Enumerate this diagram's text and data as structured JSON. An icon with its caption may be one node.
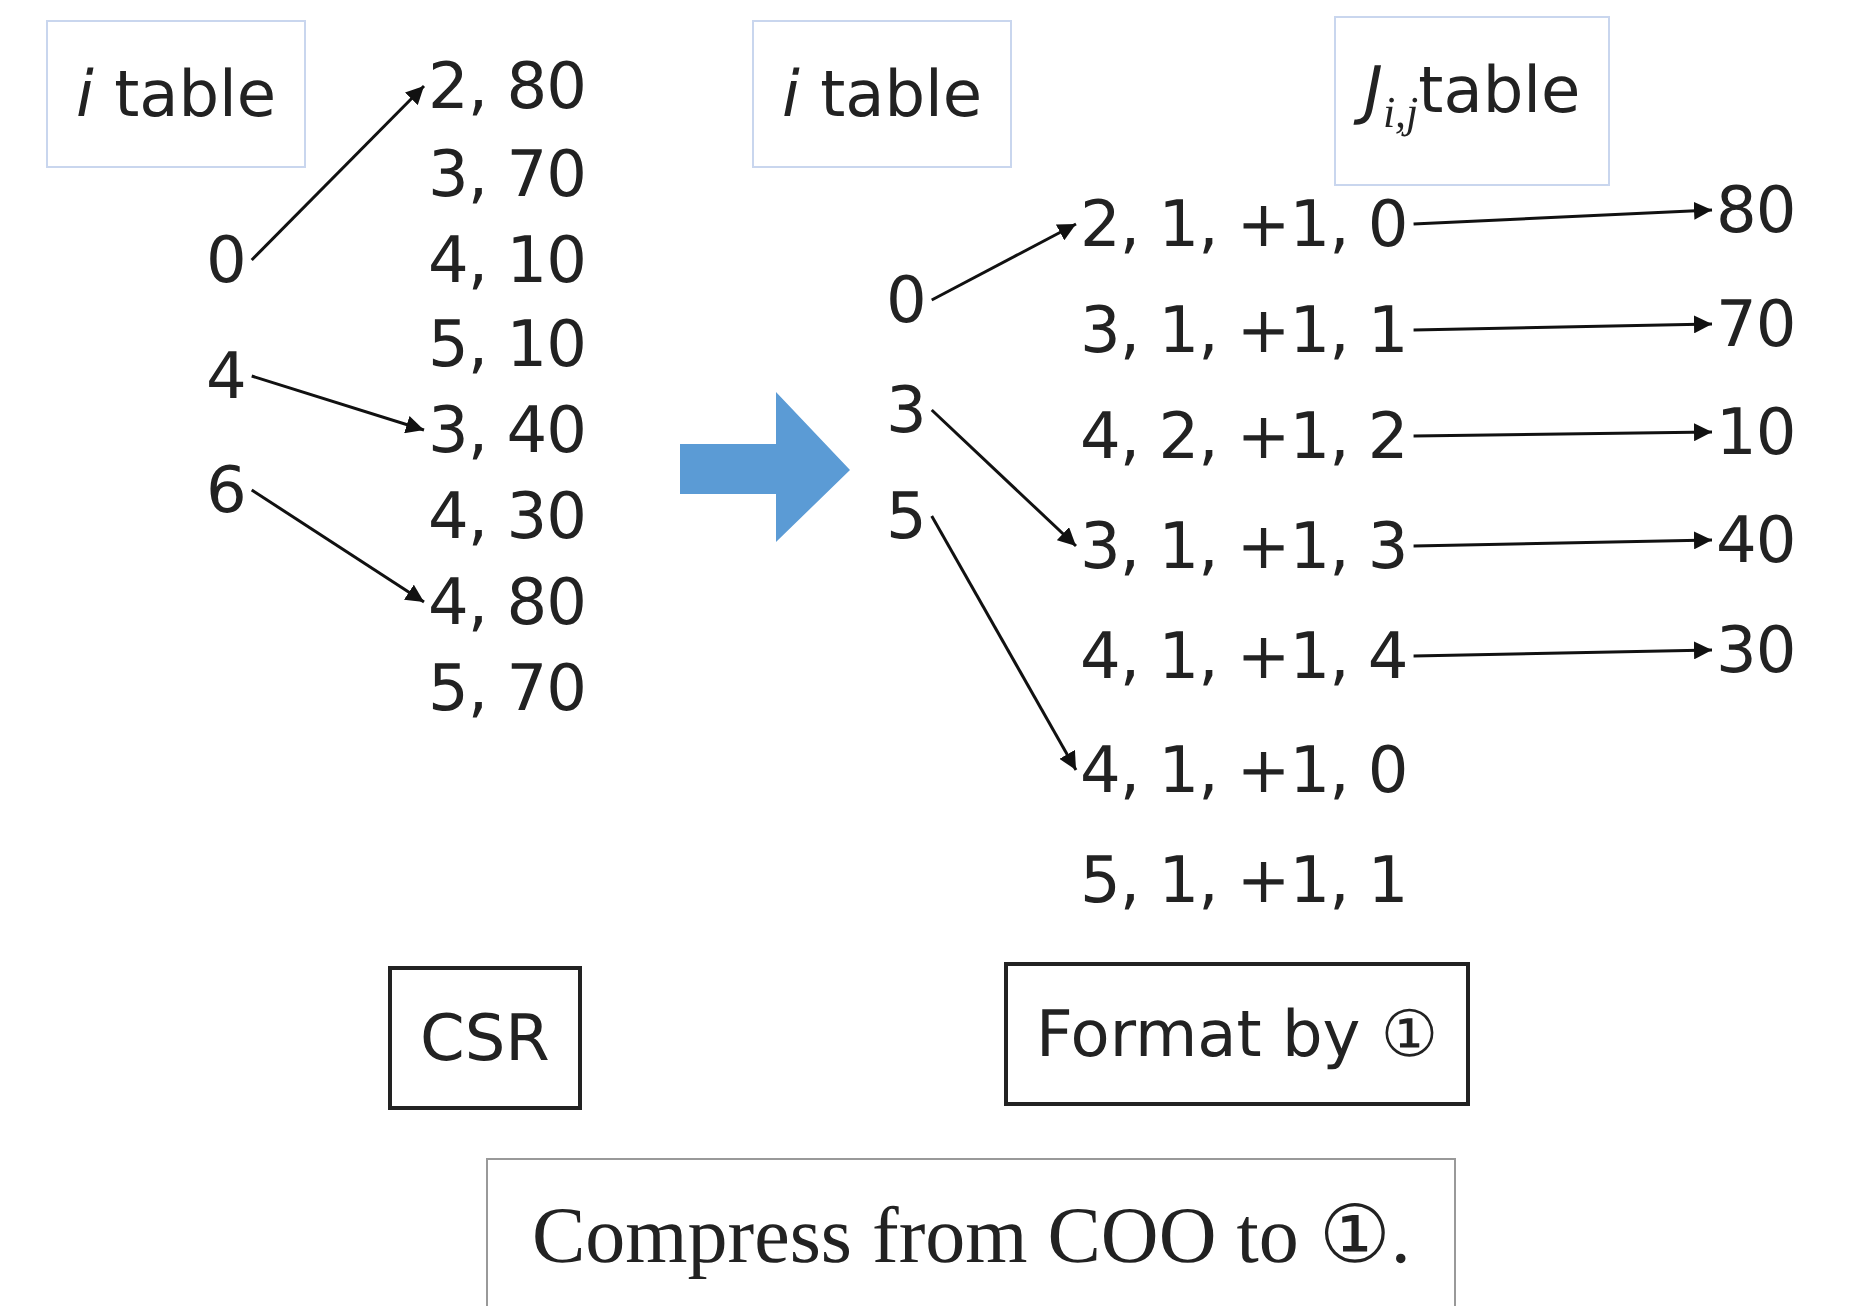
{
  "diagram": {
    "nodes": [
      {
        "text": [
          "*i* table"
        ]
      },
      {
        "text": [
          "*i* table"
        ]
      },
      {
        "text": [
          "*J*$_{i,j}$table"
        ]
      },
      {
        "text": [
          "0"
        ]
      },
      {
        "text": [
          "4"
        ]
      },
      {
        "text": [
          "6"
        ]
      },
      {
        "text": [
          "2, 80"
        ]
      },
      {
        "text": [
          "3, 70"
        ]
      },
      {
        "text": [
          "4, 10"
        ]
      },
      {
        "text": [
          "5, 10"
        ]
      },
      {
        "text": [
          "3, 40"
        ]
      },
      {
        "text": [
          "4, 30"
        ]
      },
      {
        "text": [
          "4, 80"
        ]
      },
      {
        "text": [
          "5, 70"
        ]
      },
      {
        "text": [
          "0"
        ]
      },
      {
        "text": [
          "3"
        ]
      },
      {
        "text": [
          "5"
        ]
      },
      {
        "text": [
          "2, 1, +1, 0"
        ]
      },
      {
        "text": [
          "3, 1, +1, 1"
        ]
      },
      {
        "text": [
          "4, 2, +1, 2"
        ]
      },
      {
        "text": [
          "3, 1, +1, 3"
        ]
      },
      {
        "text": [
          "4, 1, +1, 4"
        ]
      },
      {
        "text": [
          "4, 1, +1, 0"
        ]
      },
      {
        "text": [
          "5, 1, +1, 1"
        ]
      },
      {
        "text": [
          "80"
        ]
      },
      {
        "text": [
          "70"
        ]
      },
      {
        "text": [
          "10"
        ]
      },
      {
        "text": [
          "40"
        ]
      },
      {
        "text": [
          "30"
        ]
      },
      {
        "text": [
          "CSR"
        ]
      },
      {
        "text": [
          "Format by ①"
        ]
      },
      {
        "text": [
          "Compress from COO to ①."
        ]
      }
    ],
    "edges": [
      {
        "from": 3,
        "to": 6,
        "arrow": "to"
      },
      {
        "from": 4,
        "to": 10,
        "arrow": "to"
      },
      {
        "from": 5,
        "to": 12,
        "arrow": "to"
      },
      {
        "from": 14,
        "to": 17,
        "arrow": "to"
      },
      {
        "from": 15,
        "to": 20,
        "arrow": "to"
      },
      {
        "from": 16,
        "to": 22,
        "arrow": "to"
      },
      {
        "from": 17,
        "to": 24,
        "arrow": "to"
      },
      {
        "from": 18,
        "to": 25,
        "arrow": "to"
      },
      {
        "from": 19,
        "to": 26,
        "arrow": "to"
      },
      {
        "from": 20,
        "to": 27,
        "arrow": "to"
      },
      {
        "from": 21,
        "to": 28,
        "arrow": "to"
      }
    ]
  }
}
